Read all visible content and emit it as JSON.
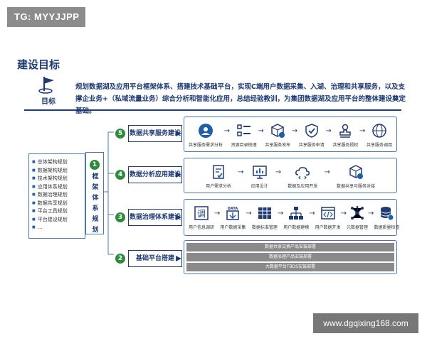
{
  "watermarks": {
    "top": "TG: MYYJJPP",
    "bottom": "www.dgqixing168.com"
  },
  "title": "建设目标",
  "goal": {
    "label": "目标",
    "text": "规划数据湖及应用平台框架体系、搭建技术基础平台，实现C端用户数据采集、入湖、治理和共享服务，以及支撑企业务+（私域流量业务）综合分析和智能化应用，总结经验教训，为集团数据湖及应用平台的整体建设奠定基础。"
  },
  "left_list": [
    "总体架构规划",
    "数据架构规划",
    "技术架构规划",
    "应用体系规划",
    "数据治理规划",
    "数据共享规划",
    "平台工具规划",
    "平台建设规划",
    "..."
  ],
  "core": {
    "num": "1",
    "label": "框架体系规划"
  },
  "rows": [
    {
      "num": "5",
      "label": "数据共享服务建设",
      "steps": [
        {
          "icon": "user-group-icon",
          "label": "共享服务需求分析"
        },
        {
          "icon": "list-icon",
          "label": "资源目录梳理"
        },
        {
          "icon": "cube-upload-icon",
          "label": "共享服务发布"
        },
        {
          "icon": "shield-check-icon",
          "label": "共享服务申请"
        },
        {
          "icon": "stamp-icon",
          "label": "共享服务授权"
        },
        {
          "icon": "globe-icon",
          "label": "共享服务调用"
        }
      ]
    },
    {
      "num": "4",
      "label": "数据分析应用建设",
      "steps": [
        {
          "icon": "document-check-icon",
          "label": "用户需求分析"
        },
        {
          "icon": "chart-board-icon",
          "label": "应用设计"
        },
        {
          "icon": "cloud-code-icon",
          "label": "数据及应用开发"
        },
        {
          "icon": "cube-share-icon",
          "label": "数据共享与服务对接"
        }
      ]
    },
    {
      "num": "3",
      "label": "数据治理体系建设",
      "steps": [
        {
          "icon": "survey-icon",
          "label": "用户信息调研"
        },
        {
          "icon": "data-collect-icon",
          "label": "用户数据采集"
        },
        {
          "icon": "table-icon",
          "label": "数据标准管理"
        },
        {
          "icon": "hierarchy-icon",
          "label": "用户数据建模"
        },
        {
          "icon": "code-window-icon",
          "label": "用户数据开发"
        },
        {
          "icon": "network-icon",
          "label": "元数据管理"
        },
        {
          "icon": "database-icon",
          "label": "数据质量检查"
        }
      ]
    },
    {
      "num": "2",
      "label": "基础平台搭建",
      "bars": [
        "数据共享交换产品安装部署",
        "数据治理产品安装部署",
        "大数据平台TBDS安装部署"
      ]
    }
  ],
  "colors": {
    "primary": "#1f3b73",
    "accent": "#1f5fa8",
    "green": "#2e8b3e",
    "bar": "#8a8a8a"
  }
}
